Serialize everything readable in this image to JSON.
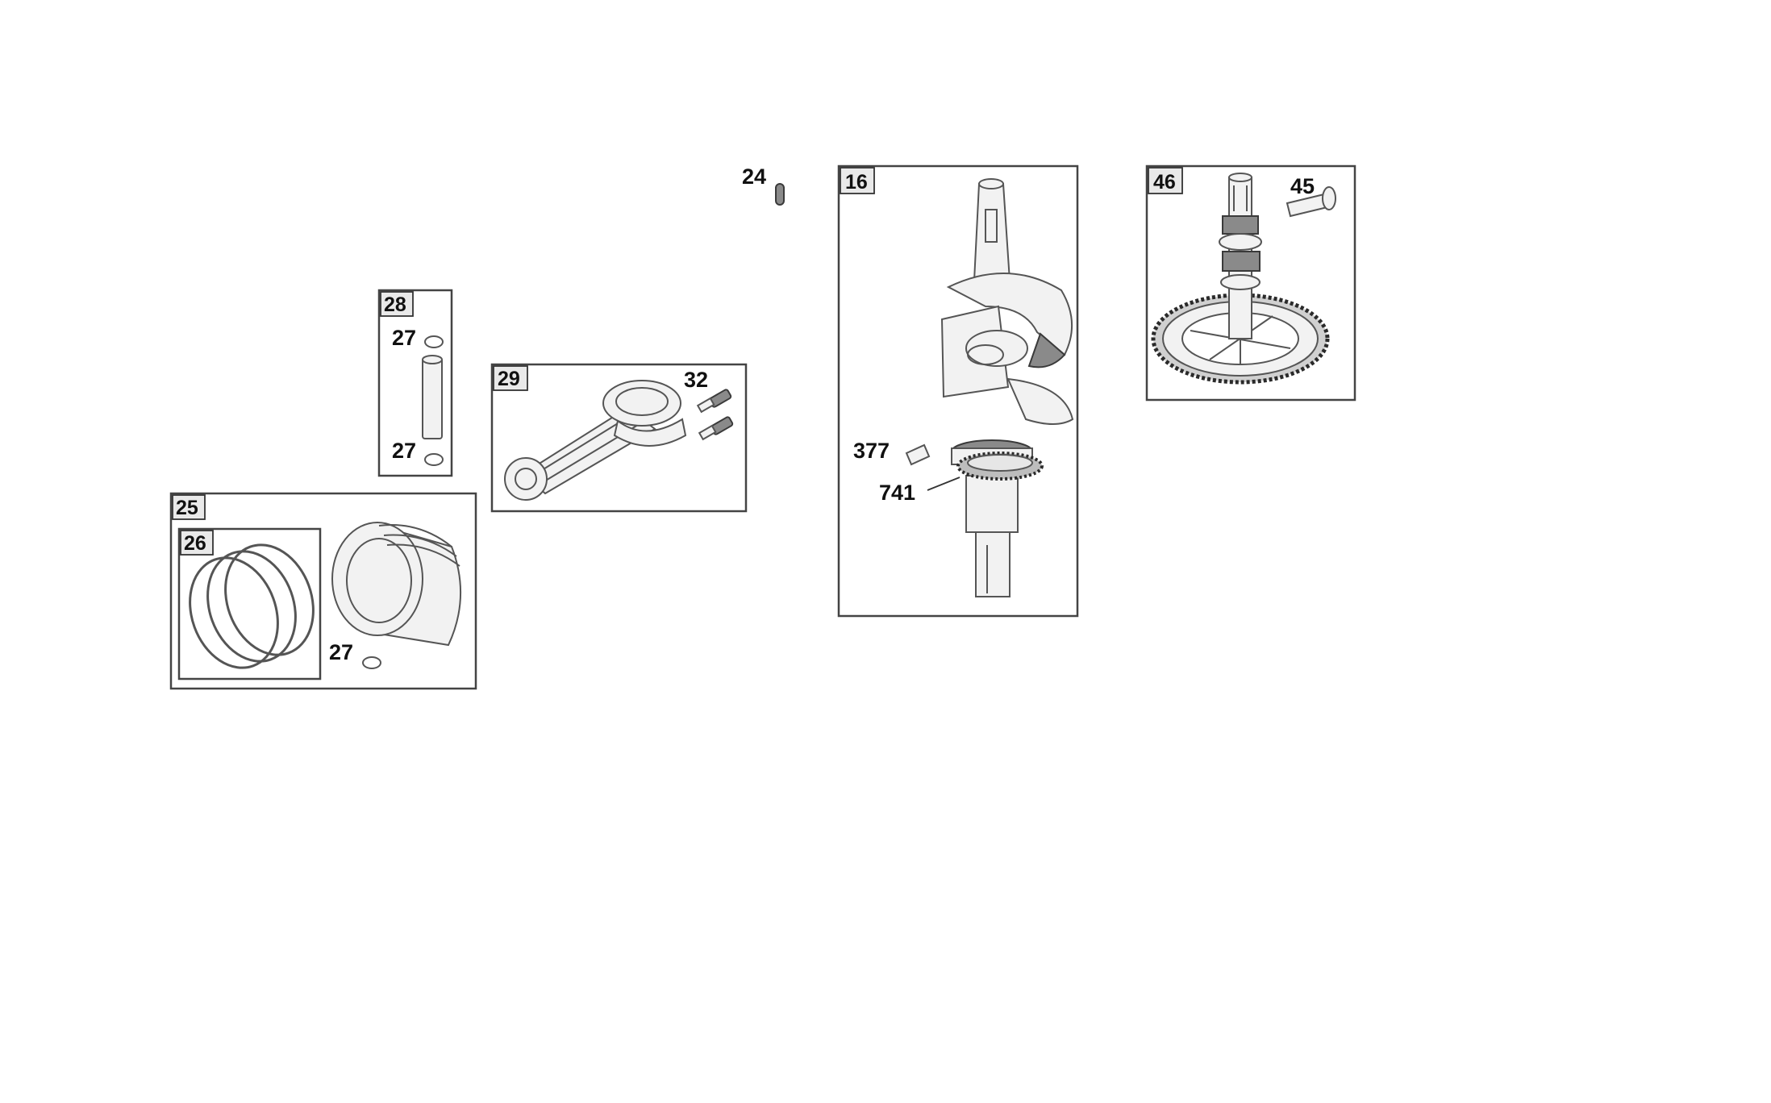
{
  "groups": {
    "g28": "28",
    "g29": "29",
    "g25": "25",
    "g26": "26",
    "g16": "16",
    "g46": "46"
  },
  "callouts": {
    "c24": "24",
    "c27_a": "27",
    "c27_b": "27",
    "c27_c": "27",
    "c32": "32",
    "c377": "377",
    "c741": "741",
    "c45": "45"
  },
  "colors": {
    "frame": "#444444",
    "part_fill": "#f2f2f2",
    "part_shadow": "#8a8a8a"
  }
}
